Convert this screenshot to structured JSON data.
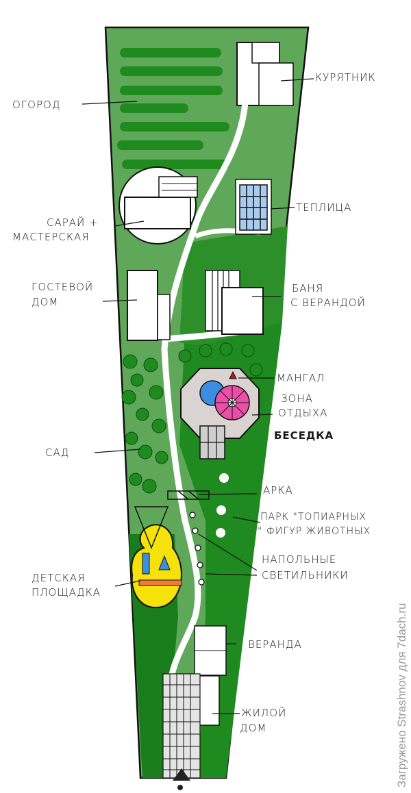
{
  "title": "Site plan sketch",
  "colors": {
    "lawn_light": "#5fa85a",
    "lawn_dark": "#1f8a1f",
    "beds": "#1f8b1f",
    "building": "#ffffff",
    "path": "#ffffff",
    "outline": "#111111",
    "glass": "#a9ccee",
    "paving": "#d9d4d2",
    "pool_blue": "#3b8fe0",
    "umbrella_pink": "#ec4ea8",
    "playground_yellow": "#f5e20b",
    "bbq_red": "#b01d1d",
    "slide_orange": "#f07a3a"
  },
  "labels": {
    "vegetable_garden": "ОГОРОД",
    "chicken_coop": "КУРЯТНИК",
    "greenhouse": "ТЕПЛИЦА",
    "shed_line1": "САРАЙ +",
    "shed_line2": "МАСТЕРСКАЯ",
    "guest_house_line1": "ГОСТЕВОЙ",
    "guest_house_line2": "ДОМ",
    "bathhouse_line1": "БАНЯ",
    "bathhouse_line2": "С ВЕРАНДОЙ",
    "bbq": "МАНГАЛ",
    "rest_zone_line1": "ЗОНА",
    "rest_zone_line2": "ОТДЫХА",
    "gazebo": "БЕСЕДКА",
    "orchard": "САД",
    "arch": "АРКА",
    "topiary_line1": "ПАРК \"ТОПИАРНЫХ",
    "topiary_line2": "\" ФИГУР ЖИВОТНЫХ",
    "floor_lamps_line1": "НАПОЛЬНЫЕ",
    "floor_lamps_line2": "СВЕТИЛЬНИКИ",
    "playground_line1": "ДЕТСКАЯ",
    "playground_line2": "ПЛОЩАДКА",
    "veranda": "ВЕРАНДА",
    "house_line1": "ЖИЛОЙ",
    "house_line2": "ДОМ"
  },
  "watermark": "Загружено Strashnov для 7dach.ru"
}
